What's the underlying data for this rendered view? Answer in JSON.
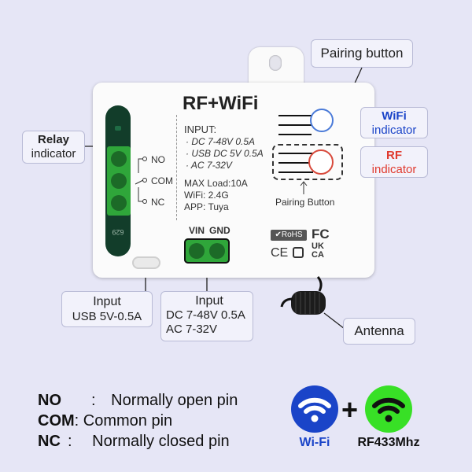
{
  "device": {
    "title": "RF+WiFi",
    "specs": [
      "INPUT:",
      "· DC 7-48V 0.5A",
      "· USB DC 5V 0.5A",
      "· AC 7-32V",
      "MAX Load:10A",
      "WiFi: 2.4G",
      "APP: Tuya"
    ],
    "terminals": [
      "NO",
      "COM",
      "NC"
    ],
    "vin_label": "VIN",
    "gnd_label": "GND",
    "pairing_label": "Pairing Button",
    "pcb_code": "629",
    "certs": [
      "RoHS",
      "FC",
      "CE",
      "UK",
      "CA"
    ]
  },
  "callouts": {
    "pairing_button": "Pairing button",
    "wifi_indicator": [
      "WiFi",
      "indicator"
    ],
    "rf_indicator": [
      "RF",
      "indicator"
    ],
    "relay_indicator": [
      "Relay",
      "indicator"
    ],
    "input_usb": [
      "Input",
      "USB 5V-0.5A"
    ],
    "input_dc": [
      "Input",
      "DC 7-48V 0.5A",
      "AC 7-32V"
    ],
    "antenna": "Antenna"
  },
  "legend": [
    {
      "key": "NO",
      "text": "Normally open pin"
    },
    {
      "key": "COM",
      "text": "Common pin"
    },
    {
      "key": "NC",
      "text": "Normally closed pin"
    }
  ],
  "logos": {
    "wifi": "Wi-Fi",
    "plus": "+",
    "rf": "RF433Mhz"
  },
  "colors": {
    "background": "#e6e6f6",
    "wifi_blue": "#1a44c8",
    "rf_red": "#e03a2e",
    "terminal_green": "#2fa63a",
    "logo_green": "#38e026"
  }
}
